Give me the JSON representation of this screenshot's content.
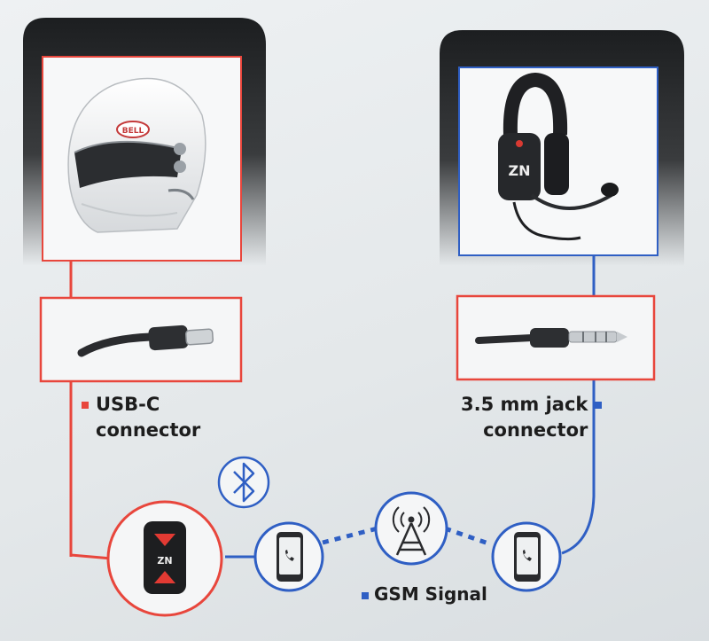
{
  "labels": {
    "usb_line1": "USB-C",
    "usb_line2": "connector",
    "jack_line1": "3.5 mm jack",
    "jack_line2": "connector",
    "gsm": "GSM Signal"
  },
  "device_logo": "ZN",
  "headset_logo": "ZN",
  "helmet_brand": "BELL",
  "colors": {
    "red": "#e8463c",
    "blue": "#2f5fc4",
    "dark": "#1e2022",
    "text": "#1d1d1d"
  },
  "icons": {
    "helmet": "helmet-icon",
    "headset": "headset-icon",
    "usb_c": "usb-c-cable-icon",
    "jack": "audio-jack-cable-icon",
    "bluetooth": "bluetooth-icon",
    "phone": "phone-icon",
    "tower": "antenna-tower-icon",
    "intercom": "intercom-device-icon"
  }
}
